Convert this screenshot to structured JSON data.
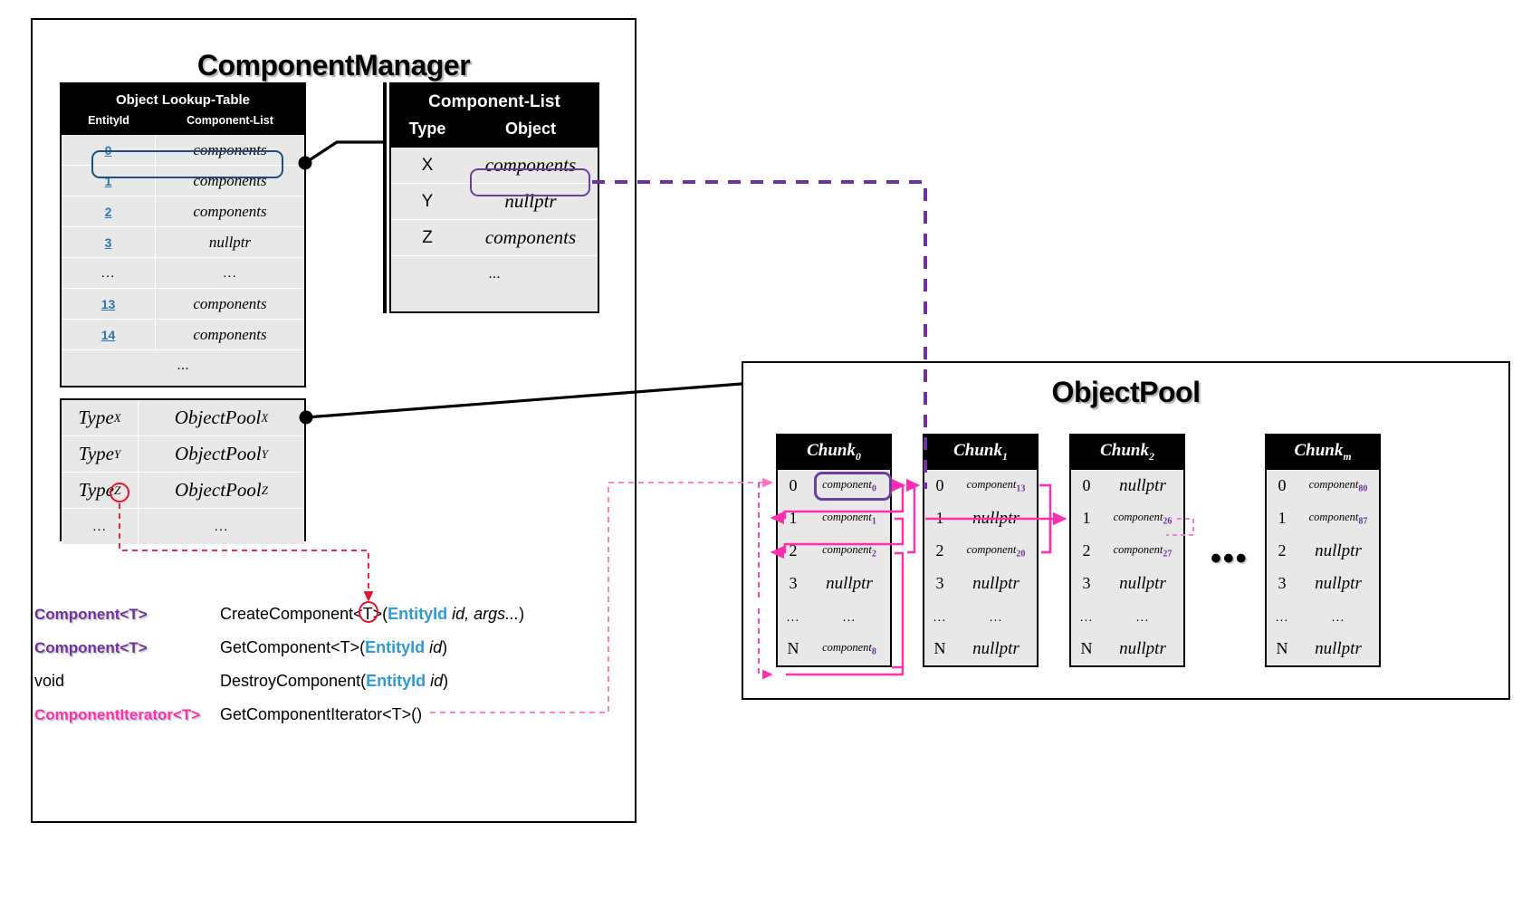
{
  "diagram": {
    "component_manager_title": "ComponentManager",
    "object_pool_title": "ObjectPool"
  },
  "lookup_table": {
    "title": "Object Lookup-Table",
    "columns": [
      "EntityId",
      "Component-List"
    ],
    "rows": [
      {
        "id": "0",
        "value": "components"
      },
      {
        "id": "1",
        "value": "components"
      },
      {
        "id": "2",
        "value": "components"
      },
      {
        "id": "3",
        "value": "nullptr"
      },
      {
        "id": "...",
        "value": "..."
      },
      {
        "id": "13",
        "value": "components"
      },
      {
        "id": "14",
        "value": "components"
      }
    ],
    "footer": "..."
  },
  "component_list": {
    "title": "Component-List",
    "columns": [
      "Type",
      "Object"
    ],
    "rows": [
      {
        "type": "X",
        "object": "components"
      },
      {
        "type": "Y",
        "object": "nullptr"
      },
      {
        "type": "Z",
        "object": "components"
      }
    ],
    "footer": "..."
  },
  "type_pool_table": {
    "rows": [
      {
        "type": "Type",
        "type_sub": "X",
        "pool": "ObjectPool",
        "pool_sub": "X"
      },
      {
        "type": "Type",
        "type_sub": "Y",
        "pool": "ObjectPool",
        "pool_sub": "Y"
      },
      {
        "type": "Type",
        "type_sub": "Z",
        "pool": "ObjectPool",
        "pool_sub": "Z"
      }
    ],
    "footer_left": "...",
    "footer_right": "..."
  },
  "methods": [
    {
      "ret": "Component<T>",
      "ret_style": "purple",
      "name": "CreateComponent<T>",
      "open": "(",
      "param_type": "EntityId",
      "param_name": " id, args...",
      "close": ")"
    },
    {
      "ret": "Component<T>",
      "ret_style": "purple",
      "name": "GetComponent<T>",
      "open": "(",
      "param_type": "EntityId",
      "param_name": " id",
      "close": ")"
    },
    {
      "ret": "void",
      "ret_style": "plain",
      "name": "DestroyComponent",
      "open": "(",
      "param_type": "EntityId",
      "param_name": " id",
      "close": ")"
    },
    {
      "ret": "ComponentIterator<T>",
      "ret_style": "pink",
      "name": "GetComponentIterator<T>",
      "open": "(",
      "param_type": "",
      "param_name": "",
      "close": ")"
    }
  ],
  "chunks": [
    {
      "name": "Chunk",
      "name_sub": "0",
      "rows": [
        {
          "idx": "0",
          "val": "component",
          "sub": "0"
        },
        {
          "idx": "1",
          "val": "component",
          "sub": "1"
        },
        {
          "idx": "2",
          "val": "component",
          "sub": "2"
        },
        {
          "idx": "3",
          "val": "nullptr",
          "sub": ""
        },
        {
          "idx": "...",
          "val": "...",
          "sub": ""
        },
        {
          "idx": "N",
          "val": "component",
          "sub": "8"
        }
      ]
    },
    {
      "name": "Chunk",
      "name_sub": "1",
      "rows": [
        {
          "idx": "0",
          "val": "component",
          "sub": "13"
        },
        {
          "idx": "1",
          "val": "nullptr",
          "sub": ""
        },
        {
          "idx": "2",
          "val": "component",
          "sub": "20"
        },
        {
          "idx": "3",
          "val": "nullptr",
          "sub": ""
        },
        {
          "idx": "...",
          "val": "...",
          "sub": ""
        },
        {
          "idx": "N",
          "val": "nullptr",
          "sub": ""
        }
      ]
    },
    {
      "name": "Chunk",
      "name_sub": "2",
      "rows": [
        {
          "idx": "0",
          "val": "nullptr",
          "sub": ""
        },
        {
          "idx": "1",
          "val": "component",
          "sub": "26"
        },
        {
          "idx": "2",
          "val": "component",
          "sub": "27"
        },
        {
          "idx": "3",
          "val": "nullptr",
          "sub": ""
        },
        {
          "idx": "...",
          "val": "...",
          "sub": ""
        },
        {
          "idx": "N",
          "val": "nullptr",
          "sub": ""
        }
      ]
    },
    {
      "name": "Chunk",
      "name_sub": "m",
      "rows": [
        {
          "idx": "0",
          "val": "component",
          "sub": "80"
        },
        {
          "idx": "1",
          "val": "component",
          "sub": "87"
        },
        {
          "idx": "2",
          "val": "nullptr",
          "sub": ""
        },
        {
          "idx": "3",
          "val": "nullptr",
          "sub": ""
        },
        {
          "idx": "...",
          "val": "...",
          "sub": ""
        },
        {
          "idx": "N",
          "val": "nullptr",
          "sub": ""
        }
      ]
    }
  ],
  "chunk_ellipsis": "•••",
  "colors": {
    "purple": "#7030a0",
    "pink": "#ff2eb0",
    "blue_highlight": "#1f4e79",
    "entity_id_blue": "#2e74b5",
    "param_blue": "#2e9bd6",
    "red_circle": "#e8112d",
    "header_black": "#000000",
    "row_grey": "#e8e8e8"
  }
}
